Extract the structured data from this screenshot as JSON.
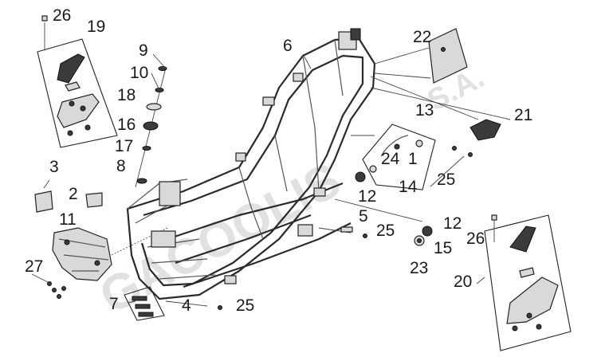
{
  "diagram": {
    "watermark": {
      "brand": "GACOOLIS",
      "suffix": "S.A."
    },
    "callouts": [
      {
        "id": "c26a",
        "label": "26"
      },
      {
        "id": "c19",
        "label": "19"
      },
      {
        "id": "c9",
        "label": "9"
      },
      {
        "id": "c10",
        "label": "10"
      },
      {
        "id": "c18",
        "label": "18"
      },
      {
        "id": "c16",
        "label": "16"
      },
      {
        "id": "c17",
        "label": "17"
      },
      {
        "id": "c8",
        "label": "8"
      },
      {
        "id": "c6",
        "label": "6"
      },
      {
        "id": "c22",
        "label": "22"
      },
      {
        "id": "c13",
        "label": "13"
      },
      {
        "id": "c21",
        "label": "21"
      },
      {
        "id": "c24",
        "label": "24"
      },
      {
        "id": "c1",
        "label": "1"
      },
      {
        "id": "c14",
        "label": "14"
      },
      {
        "id": "c25a",
        "label": "25"
      },
      {
        "id": "c3",
        "label": "3"
      },
      {
        "id": "c2",
        "label": "2"
      },
      {
        "id": "c11",
        "label": "11"
      },
      {
        "id": "c12a",
        "label": "12"
      },
      {
        "id": "c5",
        "label": "5"
      },
      {
        "id": "c25b",
        "label": "25"
      },
      {
        "id": "c12b",
        "label": "12"
      },
      {
        "id": "c15",
        "label": "15"
      },
      {
        "id": "c23",
        "label": "23"
      },
      {
        "id": "c26b",
        "label": "26"
      },
      {
        "id": "c27",
        "label": "27"
      },
      {
        "id": "c20",
        "label": "20"
      },
      {
        "id": "c7",
        "label": "7"
      },
      {
        "id": "c4",
        "label": "4"
      },
      {
        "id": "c25c",
        "label": "25"
      }
    ]
  }
}
